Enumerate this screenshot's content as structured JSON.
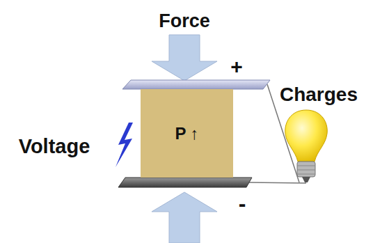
{
  "diagram": {
    "nodes": [
      {
        "text": [
          "P ↑"
        ]
      }
    ],
    "labels": [
      "Force",
      "+",
      "Charges",
      "Voltage",
      "-"
    ]
  }
}
